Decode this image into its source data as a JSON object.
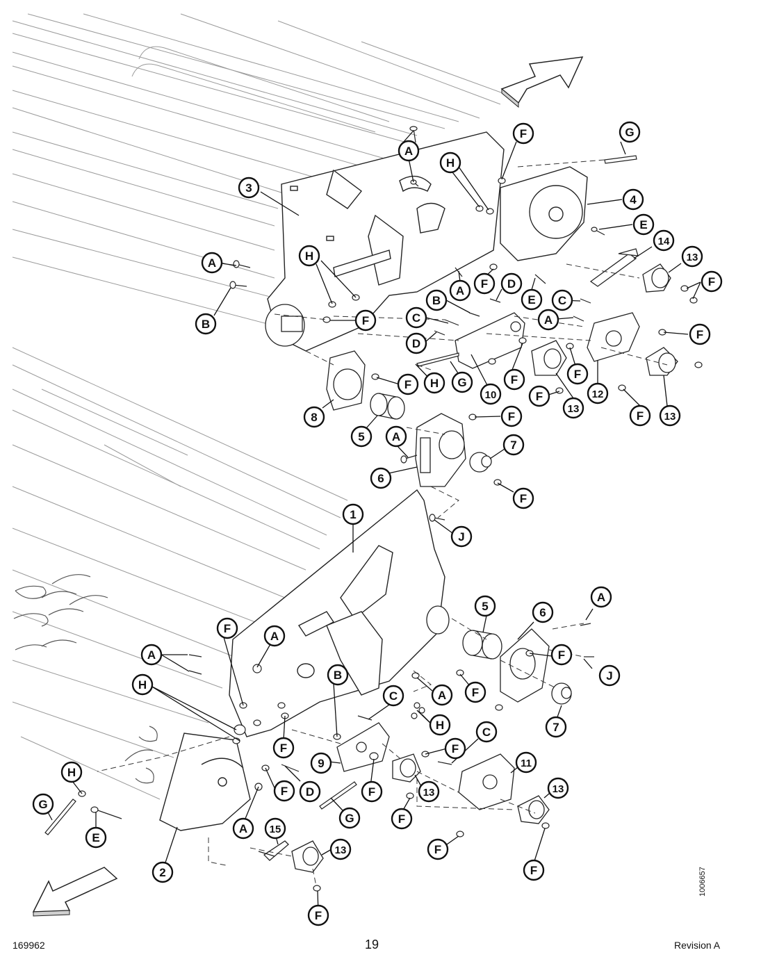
{
  "footer": {
    "doc_number": "169962",
    "page_number": "19",
    "revision": "Revision  A"
  },
  "image_id": "1006657",
  "callouts": [
    {
      "id": "c1",
      "label": "3"
    },
    {
      "id": "c2",
      "label": "A"
    },
    {
      "id": "c3",
      "label": "F"
    },
    {
      "id": "c4",
      "label": "G"
    },
    {
      "id": "c5",
      "label": "H"
    },
    {
      "id": "c6",
      "label": "4"
    },
    {
      "id": "c7",
      "label": "E"
    },
    {
      "id": "c8",
      "label": "14"
    },
    {
      "id": "c9",
      "label": "13"
    },
    {
      "id": "c10",
      "label": "F"
    },
    {
      "id": "c11",
      "label": "A"
    },
    {
      "id": "c12",
      "label": "H"
    },
    {
      "id": "c13",
      "label": "B"
    },
    {
      "id": "c14",
      "label": "F"
    },
    {
      "id": "c15",
      "label": "A"
    },
    {
      "id": "c16",
      "label": "F"
    },
    {
      "id": "c17",
      "label": "D"
    },
    {
      "id": "c18",
      "label": "E"
    },
    {
      "id": "c19",
      "label": "C"
    },
    {
      "id": "c20",
      "label": "B"
    },
    {
      "id": "c21",
      "label": "C"
    },
    {
      "id": "c22",
      "label": "D"
    },
    {
      "id": "c23",
      "label": "A"
    },
    {
      "id": "c24",
      "label": "F"
    },
    {
      "id": "c25",
      "label": "F"
    },
    {
      "id": "c26",
      "label": "H"
    },
    {
      "id": "c27",
      "label": "G"
    },
    {
      "id": "c28",
      "label": "10"
    },
    {
      "id": "c29",
      "label": "F"
    },
    {
      "id": "c30",
      "label": "F"
    },
    {
      "id": "c31",
      "label": "F"
    },
    {
      "id": "c32",
      "label": "13"
    },
    {
      "id": "c33",
      "label": "12"
    },
    {
      "id": "c34",
      "label": "F"
    },
    {
      "id": "c35",
      "label": "13"
    },
    {
      "id": "c36",
      "label": "8"
    },
    {
      "id": "c37",
      "label": "5"
    },
    {
      "id": "c38",
      "label": "F"
    },
    {
      "id": "c39",
      "label": "A"
    },
    {
      "id": "c40",
      "label": "7"
    },
    {
      "id": "c41",
      "label": "6"
    },
    {
      "id": "c42",
      "label": "F"
    },
    {
      "id": "c43",
      "label": "1"
    },
    {
      "id": "c44",
      "label": "J"
    },
    {
      "id": "c45",
      "label": "5"
    },
    {
      "id": "c46",
      "label": "6"
    },
    {
      "id": "c47",
      "label": "A"
    },
    {
      "id": "c48",
      "label": "F"
    },
    {
      "id": "c49",
      "label": "A"
    },
    {
      "id": "c50",
      "label": "A"
    },
    {
      "id": "c51",
      "label": "F"
    },
    {
      "id": "c52",
      "label": "J"
    },
    {
      "id": "c53",
      "label": "H"
    },
    {
      "id": "c54",
      "label": "B"
    },
    {
      "id": "c55",
      "label": "A"
    },
    {
      "id": "c56",
      "label": "F"
    },
    {
      "id": "c57",
      "label": "7"
    },
    {
      "id": "c58",
      "label": "C"
    },
    {
      "id": "c59",
      "label": "H"
    },
    {
      "id": "c60",
      "label": "F"
    },
    {
      "id": "c61",
      "label": "C"
    },
    {
      "id": "c62",
      "label": "F"
    },
    {
      "id": "c63",
      "label": "11"
    },
    {
      "id": "c64",
      "label": "9"
    },
    {
      "id": "c65",
      "label": "H"
    },
    {
      "id": "c66",
      "label": "F"
    },
    {
      "id": "c67",
      "label": "D"
    },
    {
      "id": "c68",
      "label": "F"
    },
    {
      "id": "c69",
      "label": "13"
    },
    {
      "id": "c70",
      "label": "13"
    },
    {
      "id": "c71",
      "label": "G"
    },
    {
      "id": "c72",
      "label": "E"
    },
    {
      "id": "c73",
      "label": "A"
    },
    {
      "id": "c74",
      "label": "G"
    },
    {
      "id": "c75",
      "label": "F"
    },
    {
      "id": "c76",
      "label": "F"
    },
    {
      "id": "c77",
      "label": "F"
    },
    {
      "id": "c78",
      "label": "15"
    },
    {
      "id": "c79",
      "label": "13"
    },
    {
      "id": "c80",
      "label": "2"
    },
    {
      "id": "c81",
      "label": "F"
    }
  ]
}
